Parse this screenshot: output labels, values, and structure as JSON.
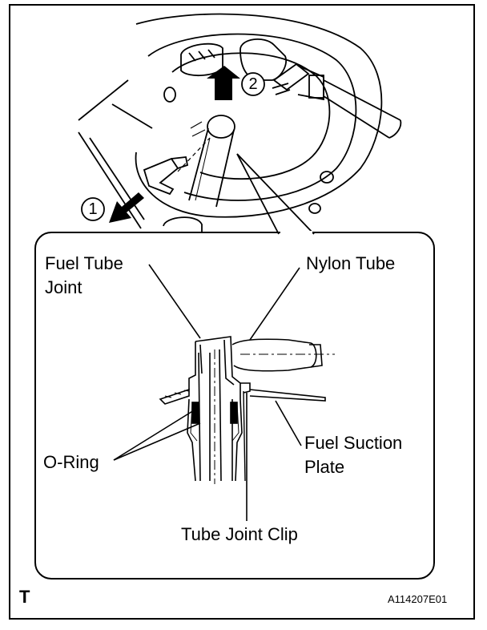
{
  "labels": {
    "fuel_tube_joint": "Fuel Tube\nJoint",
    "nylon_tube": "Nylon Tube",
    "o_ring": "O-Ring",
    "fuel_suction_plate": "Fuel Suction\nPlate",
    "tube_joint_clip": "Tube Joint Clip"
  },
  "steps": {
    "step1": "1",
    "step2": "2"
  },
  "corner_mark": "T",
  "figure_id": "A114207E01"
}
